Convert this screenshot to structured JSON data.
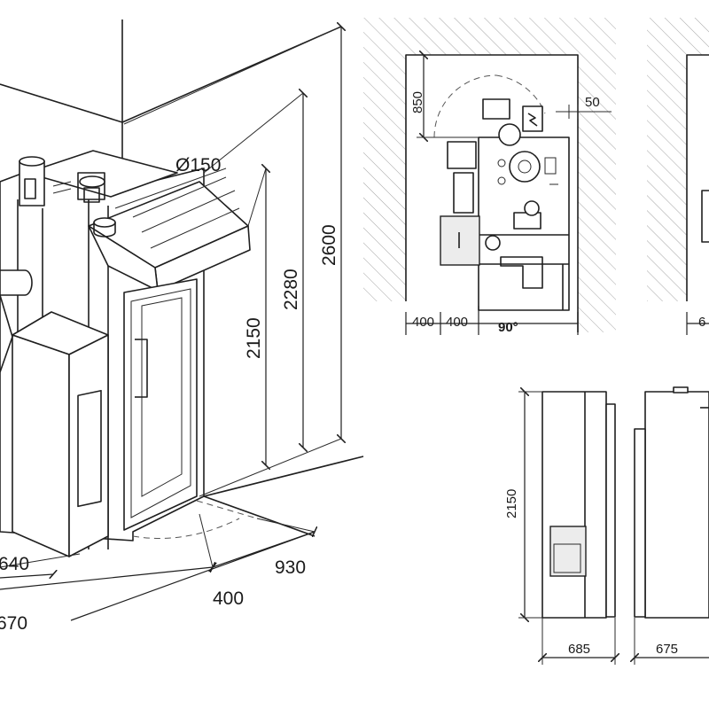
{
  "iso_view": {
    "dimensions": {
      "height_total": "2600",
      "height_hood": "2280",
      "height_body": "2150",
      "flue_diameter": "Ø150",
      "width_front": "640",
      "width_total": "670",
      "depth": "930",
      "door_clearance": "400"
    }
  },
  "plan_view": {
    "dimensions": {
      "rear_clearance": "850",
      "side_gap": "50",
      "clearance_left": "400",
      "clearance_right": "400",
      "door_angle": "90°"
    }
  },
  "plan_view_2": {
    "dimensions": {
      "width_partial": "6"
    }
  },
  "elevations": {
    "dimensions": {
      "height": "2150",
      "width_side": "685",
      "width_front": "675"
    }
  },
  "colors": {
    "line": "#1f1f1f",
    "hatch": "#9a9a9a",
    "background": "#ffffff"
  }
}
